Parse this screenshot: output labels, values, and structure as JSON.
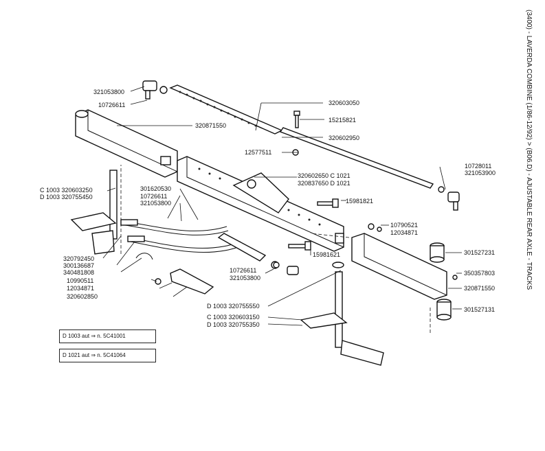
{
  "title": "(3400) - LAVERDA COMBINE (1/86-12/92) > (B06.D) - AJUSTABLE REAR AXLE - TRACKS",
  "labels": {
    "p321053800_a": "321053800",
    "p10726611_a": "10726611",
    "p320603050": "320603050",
    "p15215821": "15215821",
    "p320871550_a": "320871550",
    "p320602950": "320602950",
    "p12577511": "12577511",
    "p10728011": "10728011",
    "p321053900": "321053900",
    "p320602650": "320602650 C 1021",
    "p320837650": "320837650 D 1021",
    "c1003_320603250": "C 1003 320603250",
    "d1003_320755450": "D 1003 320755450",
    "p301620530": "301620530",
    "p10726611_b": "10726611",
    "p321053800_b": "321053800",
    "p15981821": "15981821",
    "p10790521": "10790521",
    "p12034871_a": "12034871",
    "p301527231": "301527231",
    "p320792450": "320792450",
    "p300136687": "300136687",
    "p340481808": "340481808",
    "p10990511": "10990511",
    "p12034871_b": "12034871",
    "p320602850": "320602850",
    "p15981621": "15981621",
    "p10726611_c": "10726611",
    "p321053800_c": "321053800",
    "p350357803": "350357803",
    "p320871550_b": "320871550",
    "d1003_320755550": "D 1003 320755550",
    "c1003_320603150": "C 1003 320603150",
    "d1003_320755350": "D 1003 320755350",
    "p301527131": "301527131"
  },
  "notes": {
    "note1": "D 1003 aut ⇒ n. 5C41001",
    "note2": "D 1021 aut ⇒ n. 5C41064"
  }
}
